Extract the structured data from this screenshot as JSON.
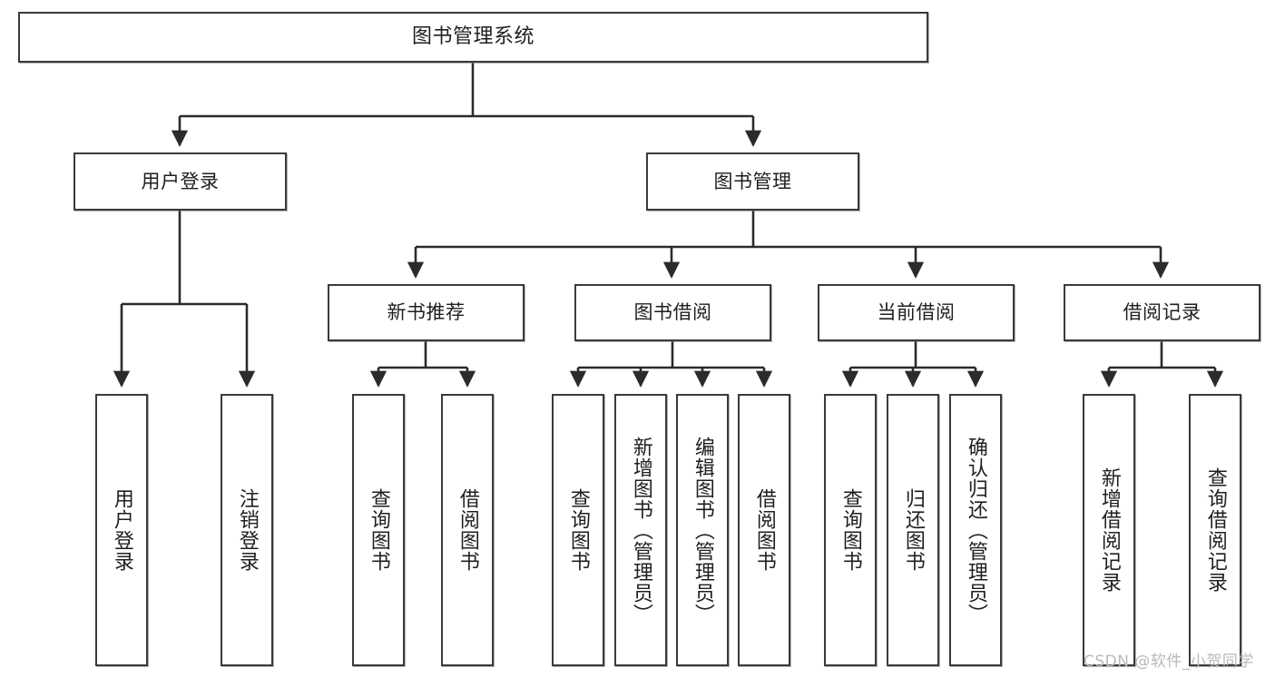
{
  "diagram": {
    "type": "tree-hierarchy-chart",
    "title": "图书管理系统",
    "watermark": "CSDN @软件_小贺同学",
    "colors": {
      "box_border": "#3a3a3a",
      "box_fill": "#ffffff",
      "connector": "#2b2b2b",
      "text": "#1f1f1f",
      "watermark": "#b9b9b9"
    },
    "root": {
      "label": "图书管理系统"
    },
    "level1": [
      {
        "label": "用户登录"
      },
      {
        "label": "图书管理"
      }
    ],
    "level2": [
      {
        "label": "新书推荐"
      },
      {
        "label": "图书借阅"
      },
      {
        "label": "当前借阅"
      },
      {
        "label": "借阅记录"
      }
    ],
    "leaves": {
      "user_login": [
        {
          "label": "用户登录"
        },
        {
          "label": "注销登录"
        }
      ],
      "new_book_recommend": [
        {
          "label": "查询图书"
        },
        {
          "label": "借阅图书"
        }
      ],
      "book_borrow": [
        {
          "label": "查询图书"
        },
        {
          "label": "新增图书（管理员）"
        },
        {
          "label": "编辑图书（管理员）"
        },
        {
          "label": "借阅图书"
        }
      ],
      "current_borrow": [
        {
          "label": "查询图书"
        },
        {
          "label": "归还图书"
        },
        {
          "label": "确认归还（管理员）"
        }
      ],
      "borrow_record": [
        {
          "label": "新增借阅记录"
        },
        {
          "label": "查询借阅记录"
        }
      ]
    }
  }
}
